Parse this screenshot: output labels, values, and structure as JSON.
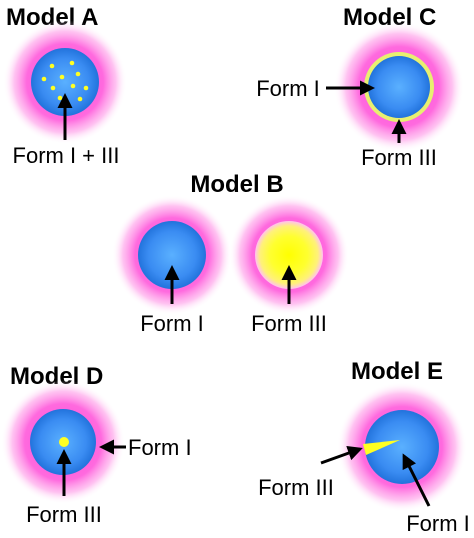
{
  "colors": {
    "halo": "#ff5fe0",
    "core_center": "#4aa3ff",
    "core_edge": "#1f6fd8",
    "form_iii_yellow": "#ffff22",
    "yellow_outline": "#e8f070",
    "text": "#000000"
  },
  "models": {
    "a": {
      "title": "Model A",
      "label": "Form I + III"
    },
    "b": {
      "title": "Model B",
      "left_label": "Form I",
      "right_label": "Form III"
    },
    "c": {
      "title": "Model C",
      "left_label": "Form I",
      "bottom_label": "Form III"
    },
    "d": {
      "title": "Model D",
      "right_label": "Form I",
      "bottom_label": "Form III"
    },
    "e": {
      "title": "Model E",
      "left_label": "Form III",
      "bottom_label": "Form I"
    }
  }
}
